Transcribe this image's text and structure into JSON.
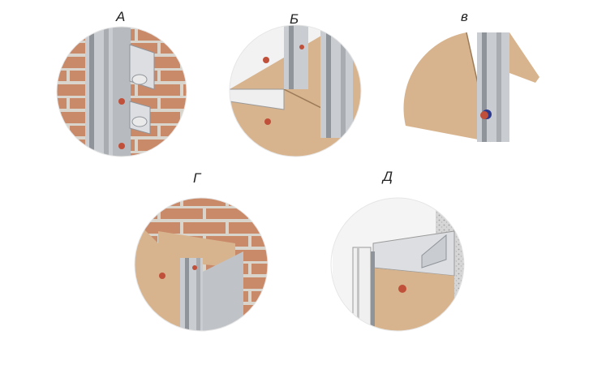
{
  "panels": [
    {
      "id": "a",
      "label": "А",
      "icon": "wall-profile-mounting-icon"
    },
    {
      "id": "b",
      "label": "Б",
      "icon": "panel-insertion-icon"
    },
    {
      "id": "v",
      "label": "в",
      "icon": "panel-fastening-icon"
    },
    {
      "id": "g",
      "label": "Г",
      "icon": "inner-corner-icon"
    },
    {
      "id": "d",
      "label": "Д",
      "icon": "outer-corner-icon"
    }
  ],
  "colors": {
    "brick": "#c98a6a",
    "mortar": "#d9d4cc",
    "panel": "#d8b48e",
    "panel_edge": "#9a7a58",
    "metal": "#c9ccd0",
    "metal_dark": "#8f949a",
    "screw": "#c0503a",
    "plaster": "#cfcfcf"
  }
}
